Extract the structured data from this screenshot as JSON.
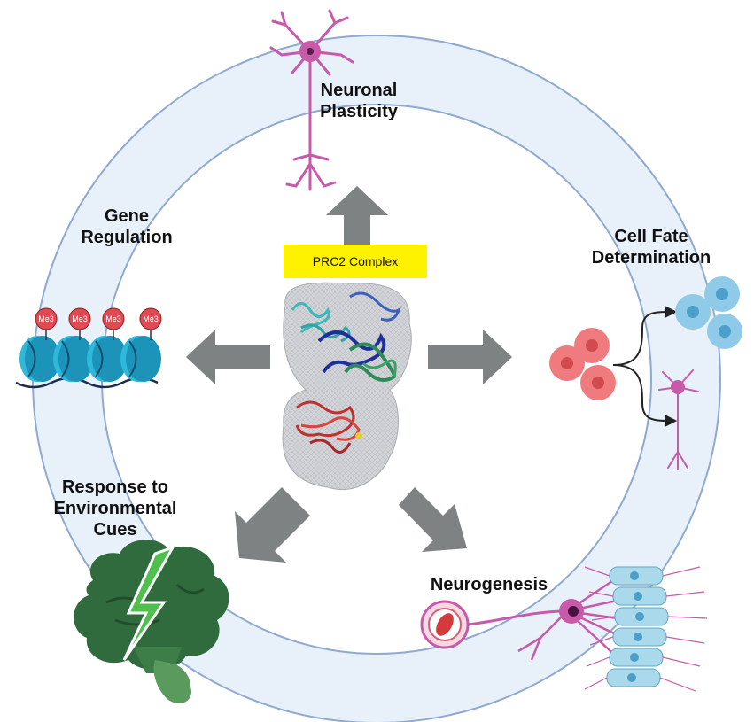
{
  "center": {
    "title": "PRC2 Complex"
  },
  "labels": {
    "neuronal_plasticity": [
      "Neuronal",
      "Plasticity"
    ],
    "gene_regulation": [
      "Gene",
      "Regulation"
    ],
    "cell_fate": [
      "Cell Fate",
      "Determination"
    ],
    "response": [
      "Response to",
      "Environmental",
      "Cues"
    ],
    "neurogenesis": "Neurogenesis"
  },
  "histone_marks": [
    "Me3",
    "Me3",
    "Me3",
    "Me3"
  ],
  "colors": {
    "ring_fill": "#e8f0fa",
    "ring_stroke": "#8fa9d1",
    "arrow": "#7f8283",
    "neuron": "#c75aa9",
    "nucleosome": "#2fb8d9",
    "me3_mark": "#e04a52",
    "red_cell": "#ef7b7e",
    "blue_cell": "#8fcbe8",
    "brain": "#2f6b3d",
    "bolt": "#4fbf4d",
    "label_bg": "#fff200"
  },
  "icons": [
    "neuron-icon",
    "nucleosome-icon",
    "stem-cell-icon",
    "brain-icon",
    "lightning-icon",
    "blood-vessel-icon",
    "protein-structure-icon"
  ]
}
